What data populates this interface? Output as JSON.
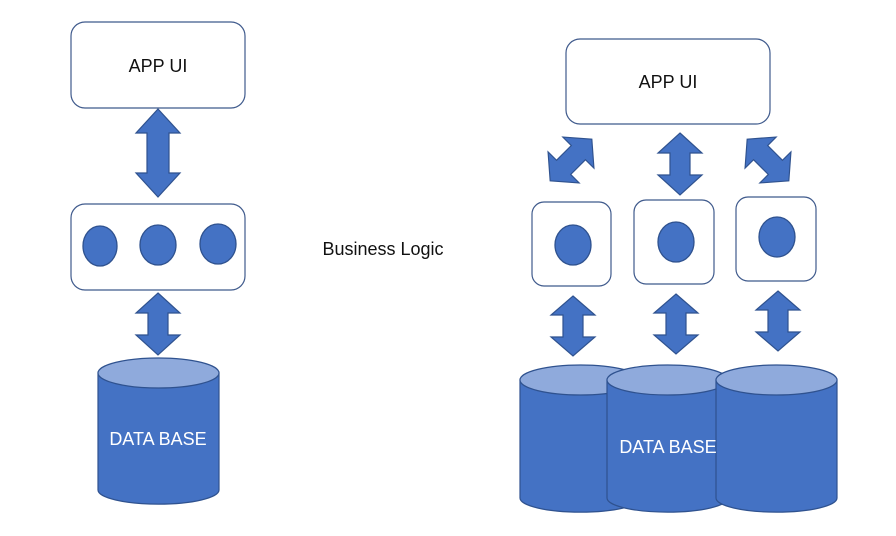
{
  "left": {
    "app_ui_label": "APP UI",
    "database_label": "DATA BASE"
  },
  "middle": {
    "business_logic_label": "Business Logic"
  },
  "right": {
    "app_ui_label": "APP UI",
    "database_label": "DATA BASE"
  },
  "colors": {
    "accent": "#4472c4",
    "accent_dark": "#2f528f",
    "accent_light": "#8faadc",
    "box_border": "#3f5a8c"
  }
}
